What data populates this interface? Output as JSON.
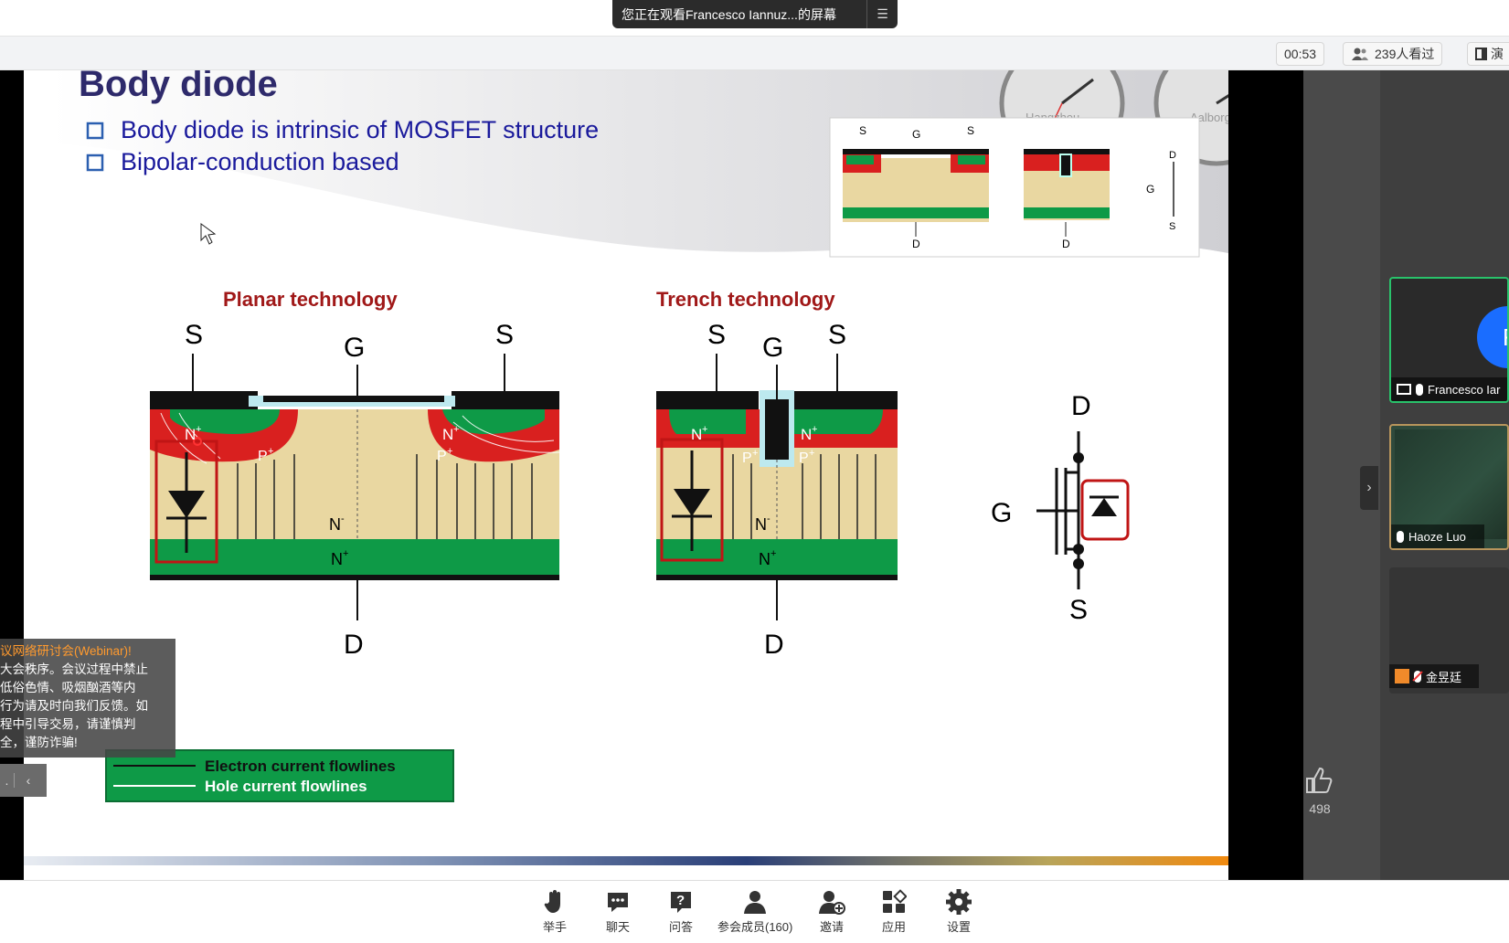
{
  "share_banner": {
    "text": "您正在观看Francesco Iannuz...的屏幕",
    "menu_icon": "list-icon"
  },
  "infobar": {
    "timer": "00:53",
    "viewers": "239人看过",
    "truncated_button": "演"
  },
  "slide": {
    "title": "Body diode",
    "bullets": [
      "Body diode is intrinsic of MOSFET structure",
      "Bipolar-conduction based"
    ],
    "planar_title": "Planar technology",
    "trench_title": "Trench technology",
    "term_s": "S",
    "term_g": "G",
    "term_d": "D",
    "region_n_plus": "N",
    "region_p_plus": "P",
    "region_n_minus": "N",
    "sup_plus": "+",
    "sup_minus": "-",
    "legend": {
      "electron": "Electron current flowlines",
      "hole": "Hole current flowlines"
    },
    "clock_labels": [
      "Hangzhou",
      "Aalborg"
    ],
    "colors": {
      "title": "#2e2a6b",
      "bullet": "#1a1a9c",
      "heading": "#a01818",
      "n_plus": "#0e9a47",
      "p_plus": "#d9201f",
      "substrate": "#e9d7a1",
      "metal": "#111111"
    }
  },
  "notice": {
    "lines": [
      "议网络研讨会(Webinar)!",
      "大会秩序。会议过程中禁止",
      "低俗色情、吸烟酗酒等内",
      "行为请及时向我们反馈。如",
      "程中引导交易，请谨慎判",
      "全，谨防诈骗!"
    ],
    "ctrl_left": ".",
    "ctrl_chevron": "‹"
  },
  "participants": [
    {
      "name": "Francesco Iar",
      "avatar_letter": "F"
    },
    {
      "name": "Haoze Luo"
    },
    {
      "name": "金昱廷"
    }
  ],
  "likes": "498",
  "toolbar": [
    {
      "label": "举手",
      "icon": "raise-hand-icon"
    },
    {
      "label": "聊天",
      "icon": "chat-icon"
    },
    {
      "label": "问答",
      "icon": "qa-icon"
    },
    {
      "label": "参会成员(160)",
      "icon": "members-icon"
    },
    {
      "label": "邀请",
      "icon": "invite-icon"
    },
    {
      "label": "应用",
      "icon": "apps-icon"
    },
    {
      "label": "设置",
      "icon": "settings-icon"
    }
  ]
}
